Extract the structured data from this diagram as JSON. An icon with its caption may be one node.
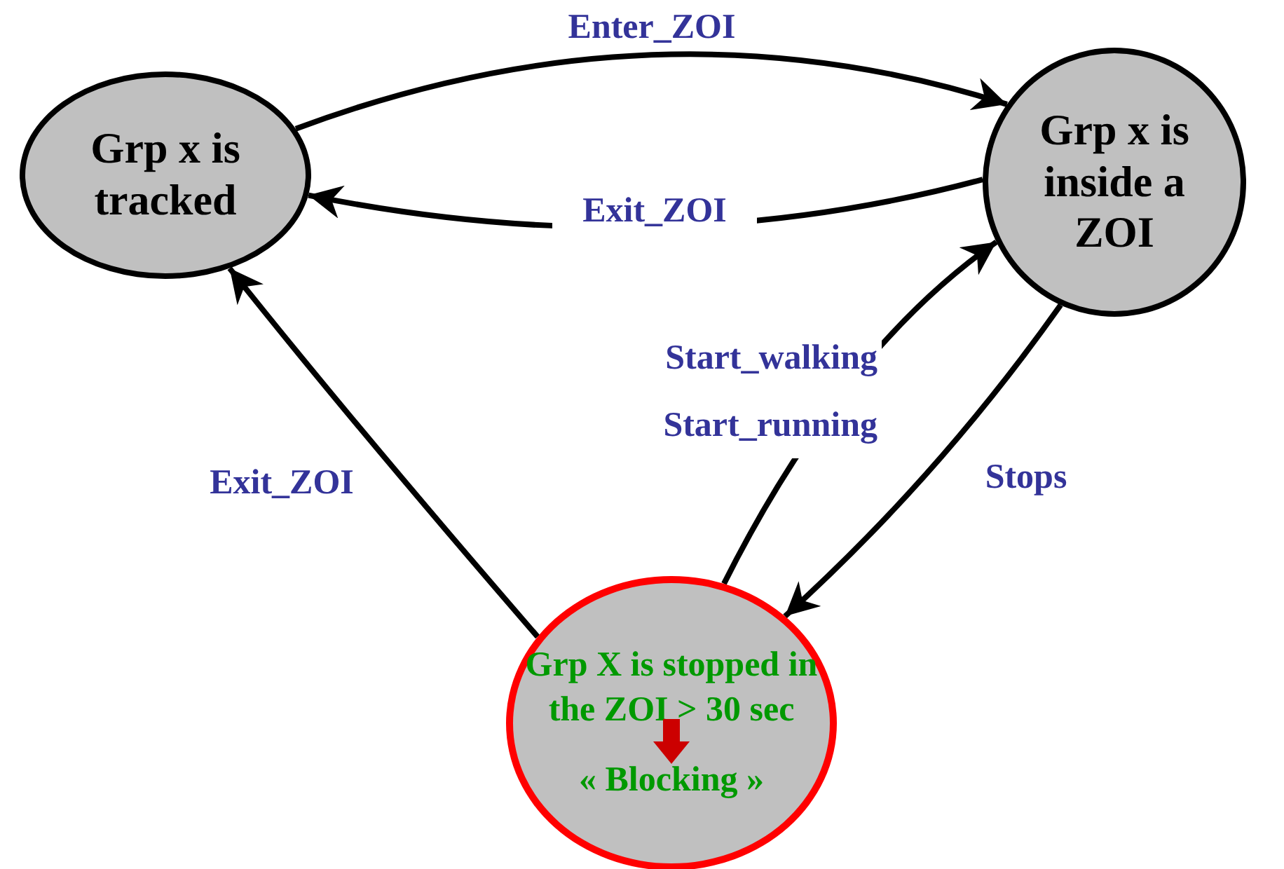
{
  "diagram": {
    "nodes": [
      {
        "text": [
          "Grp x is tracked"
        ]
      },
      {
        "text": [
          "Grp x is inside a ZOI"
        ]
      },
      {
        "text": [
          "Grp X is stopped in the ZOI > 30 sec",
          "« Blocking »"
        ]
      }
    ],
    "edges": [
      {
        "from": 0,
        "to": 1,
        "arrow": "to",
        "label": "Enter_ZOI"
      },
      {
        "from": 1,
        "to": 0,
        "arrow": "to",
        "label": "Exit_ZOI"
      },
      {
        "from": 2,
        "to": 0,
        "arrow": "to",
        "label": "Exit_ZOI"
      },
      {
        "from": 2,
        "to": 1,
        "arrow": "to",
        "label": "Start_walking Start_running"
      },
      {
        "from": 1,
        "to": 2,
        "arrow": "to",
        "label": "Stops"
      }
    ]
  }
}
